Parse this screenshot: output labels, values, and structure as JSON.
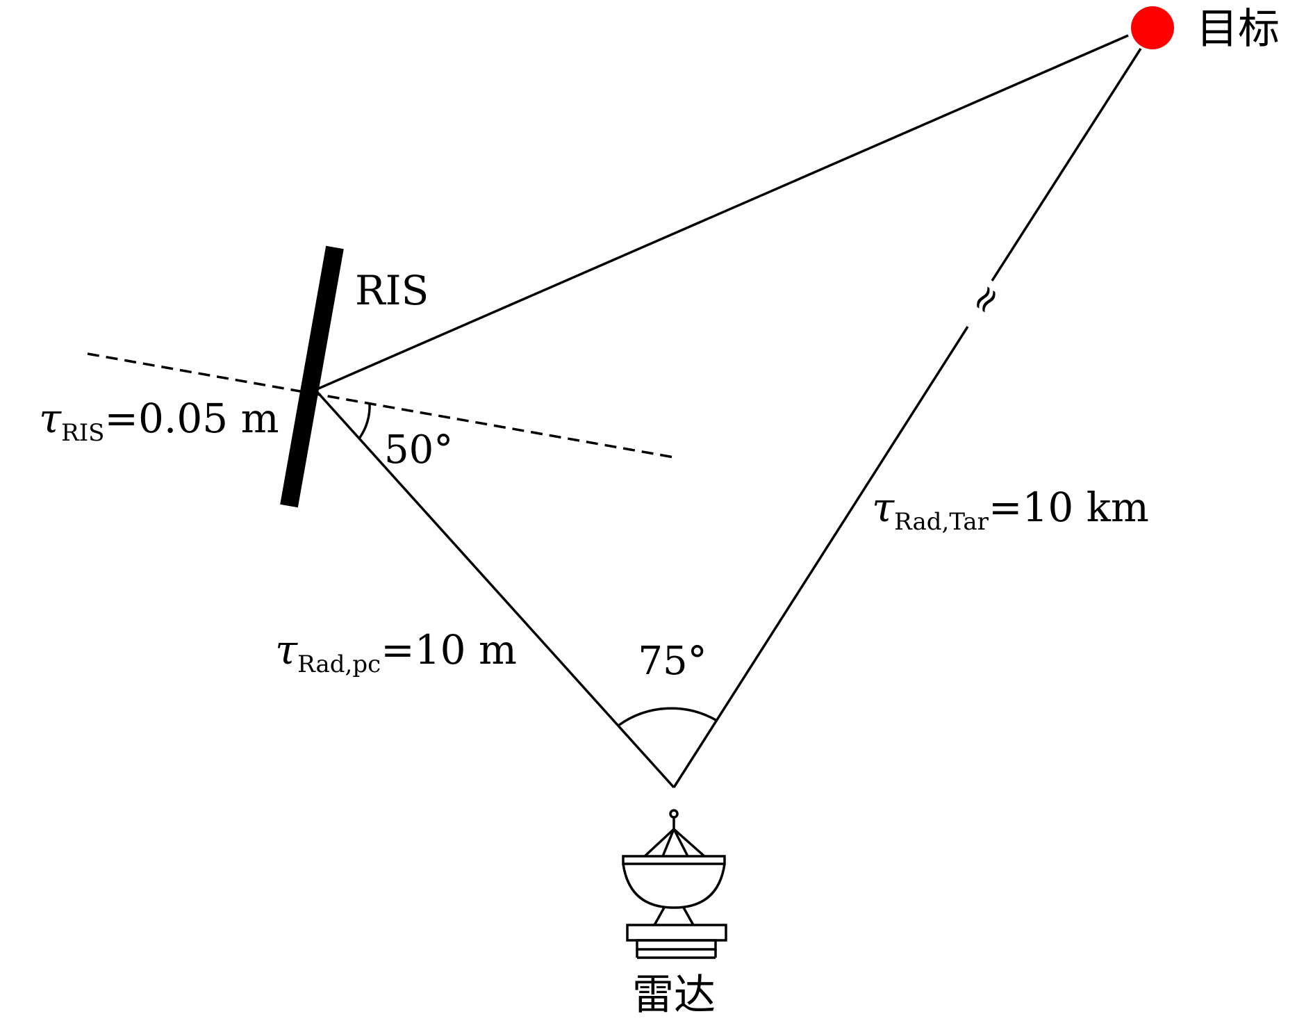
{
  "labels": {
    "target": "目标",
    "ris": "RIS",
    "radar": "雷达",
    "angle_ris": "50°",
    "angle_radar": "75°",
    "approx_symbol": "≈"
  },
  "tau_ris": {
    "symbol": "τ",
    "subscript": "RIS",
    "value": "=0.05 m"
  },
  "tau_rad_pc": {
    "symbol": "τ",
    "subscript": "Rad,pc",
    "value": "=10 m"
  },
  "tau_rad_tar": {
    "symbol": "τ",
    "subscript": "Rad,Tar",
    "value": "=10 km"
  },
  "colors": {
    "target": "#ff0000",
    "line": "#000000"
  },
  "icons": {
    "radar": "radar-dish-icon",
    "target": "target-dot-icon"
  }
}
